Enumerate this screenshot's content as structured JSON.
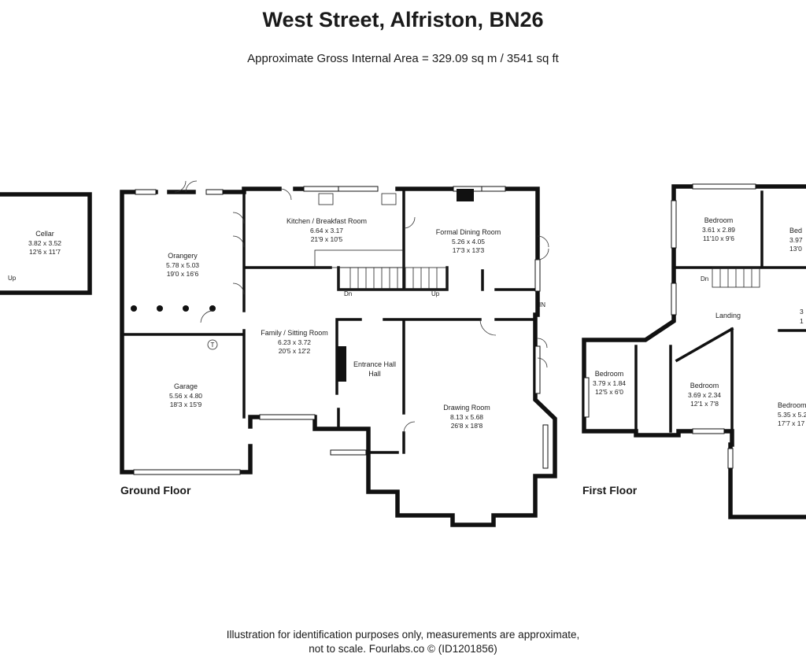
{
  "header": {
    "title": "West Street, Alfriston, BN26",
    "subtitle": "Approximate Gross Internal Area = 329.09 sq m / 3541 sq ft"
  },
  "floors": {
    "ground": "Ground Floor",
    "first": "First Floor"
  },
  "rooms": {
    "cellar": {
      "name": "Cellar",
      "metric": "3.82 x 3.52",
      "imperial": "12'6 x 11'7"
    },
    "orangery": {
      "name": "Orangery",
      "metric": "5.78 x 5.03",
      "imperial": "19'0 x 16'6"
    },
    "kitchen": {
      "name": "Kitchen / Breakfast Room",
      "metric": "6.64 x 3.17",
      "imperial": "21'9 x 10'5"
    },
    "dining": {
      "name": "Formal Dining Room",
      "metric": "5.26 x 4.05",
      "imperial": "17'3 x 13'3"
    },
    "family": {
      "name": "Family / Sitting Room",
      "metric": "6.23 x 3.72",
      "imperial": "20'5 x 12'2"
    },
    "hall": {
      "name": "Entrance Hall"
    },
    "garage": {
      "name": "Garage",
      "metric": "5.56 x 4.80",
      "imperial": "18'3 x 15'9"
    },
    "drawing": {
      "name": "Drawing Room",
      "metric": "8.13 x 5.68",
      "imperial": "26'8 x 18'8"
    },
    "bed1": {
      "name": "Bedroom",
      "metric": "3.61 x 2.89",
      "imperial": "11'10 x 9'6"
    },
    "bed2": {
      "name": "Bed",
      "metric": "3.97",
      "imperial": "13'0"
    },
    "bed3": {
      "name": "Bedroom",
      "metric": "3.79 x 1.84",
      "imperial": "12'5 x 6'0"
    },
    "bed4": {
      "name": "Bedroom",
      "metric": "3.69 x 2.34",
      "imperial": "12'1 x 7'8"
    },
    "bed5": {
      "name": "Bedroom",
      "metric": "5.35 x 5.2",
      "imperial": "17'7 x 17"
    },
    "landing": {
      "name": "Landing"
    },
    "partial": {
      "metric": "3",
      "imperial": "1"
    }
  },
  "markers": {
    "up": "Up",
    "dn": "Dn",
    "in": "IN",
    "t": "T"
  },
  "footer": {
    "line1": "Illustration for identification purposes only, measurements are approximate,",
    "line2": "not to scale. Fourlabs.co © (ID1201856)"
  }
}
